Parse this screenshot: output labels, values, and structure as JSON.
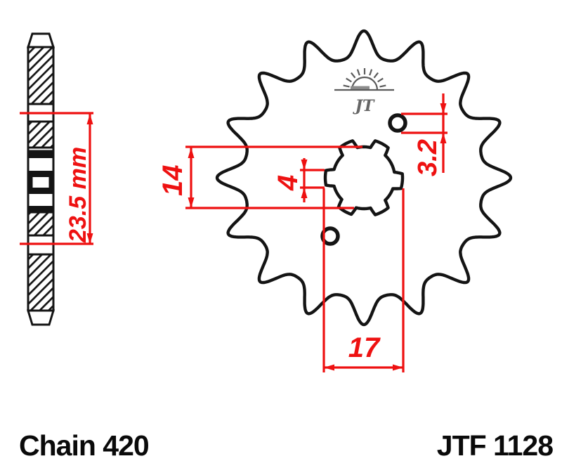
{
  "footer": {
    "chain_label": "Chain 420",
    "part_number": "JTF 1128"
  },
  "dimensions": {
    "side_width": "23.5 mm",
    "bore_diameter": "14",
    "spline_notch_width": "4",
    "small_hole_diameter": "3.2",
    "spline_span": "17"
  },
  "logo": {
    "monogram": "JT"
  },
  "colors": {
    "outline_black": "#141414",
    "dimension_red": "#ee1111",
    "logo_gray": "#5a5a5a",
    "background": "#ffffff"
  }
}
